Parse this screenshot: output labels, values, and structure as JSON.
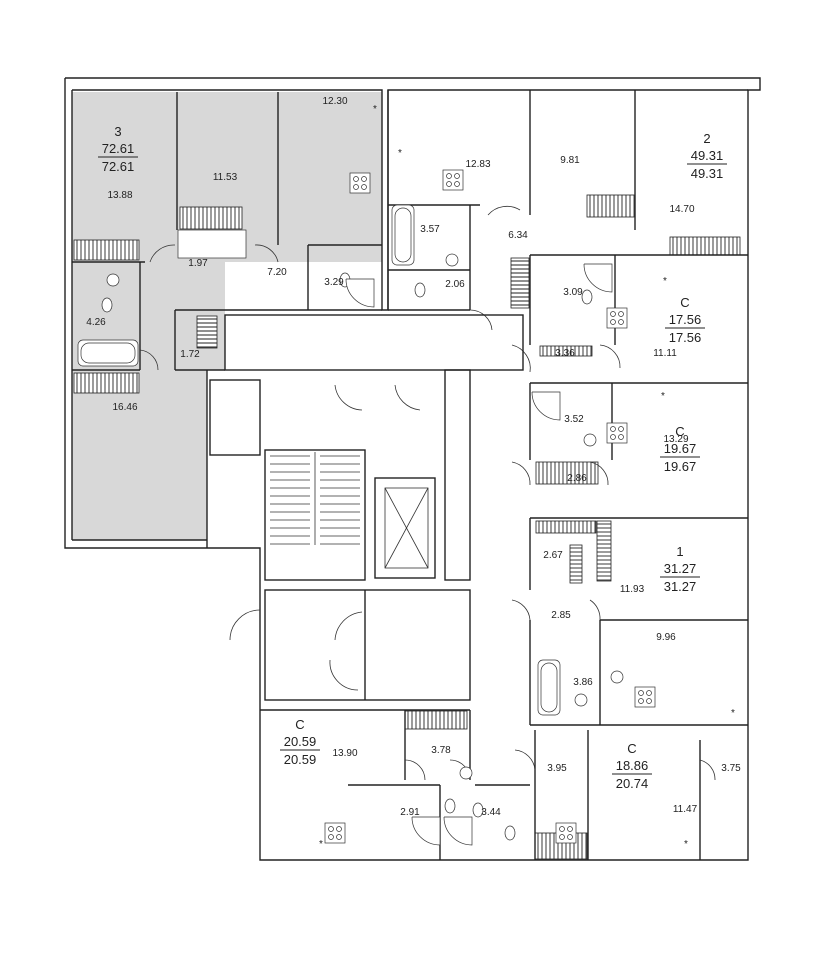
{
  "apartments": [
    {
      "id": "apt-3",
      "type": "3",
      "area_living": "72.61",
      "area_total": "72.61",
      "highlighted": true
    },
    {
      "id": "apt-2",
      "type": "2",
      "area_living": "49.31",
      "area_total": "49.31",
      "highlighted": false
    },
    {
      "id": "apt-c-1",
      "type": "С",
      "area_living": "17.56",
      "area_total": "17.56",
      "highlighted": false
    },
    {
      "id": "apt-c-2",
      "type": "С",
      "area_living": "19.67",
      "area_total": "19.67",
      "highlighted": false
    },
    {
      "id": "apt-1",
      "type": "1",
      "area_living": "31.27",
      "area_total": "31.27",
      "highlighted": false
    },
    {
      "id": "apt-c-3",
      "type": "С",
      "area_living": "20.59",
      "area_total": "20.59",
      "highlighted": false
    },
    {
      "id": "apt-c-4",
      "type": "С",
      "area_living": "18.86",
      "area_total": "20.74",
      "highlighted": false
    }
  ],
  "rooms": [
    "12.30",
    "13.88",
    "11.53",
    "1.97",
    "7.20",
    "3.29",
    "4.26",
    "1.72",
    "16.46",
    "12.83",
    "9.81",
    "3.57",
    "2.06",
    "6.34",
    "14.70",
    "3.09",
    "3.36",
    "11.11",
    "3.52",
    "13.29",
    "2.86",
    "2.67",
    "11.93",
    "2.85",
    "9.96",
    "3.86",
    "13.90",
    "3.78",
    "2.91",
    "3.44",
    "3.95",
    "11.47",
    "3.75"
  ],
  "colors": {
    "highlight_fill": "#d8d8d8",
    "wall": "#222222",
    "background": "#ffffff"
  }
}
